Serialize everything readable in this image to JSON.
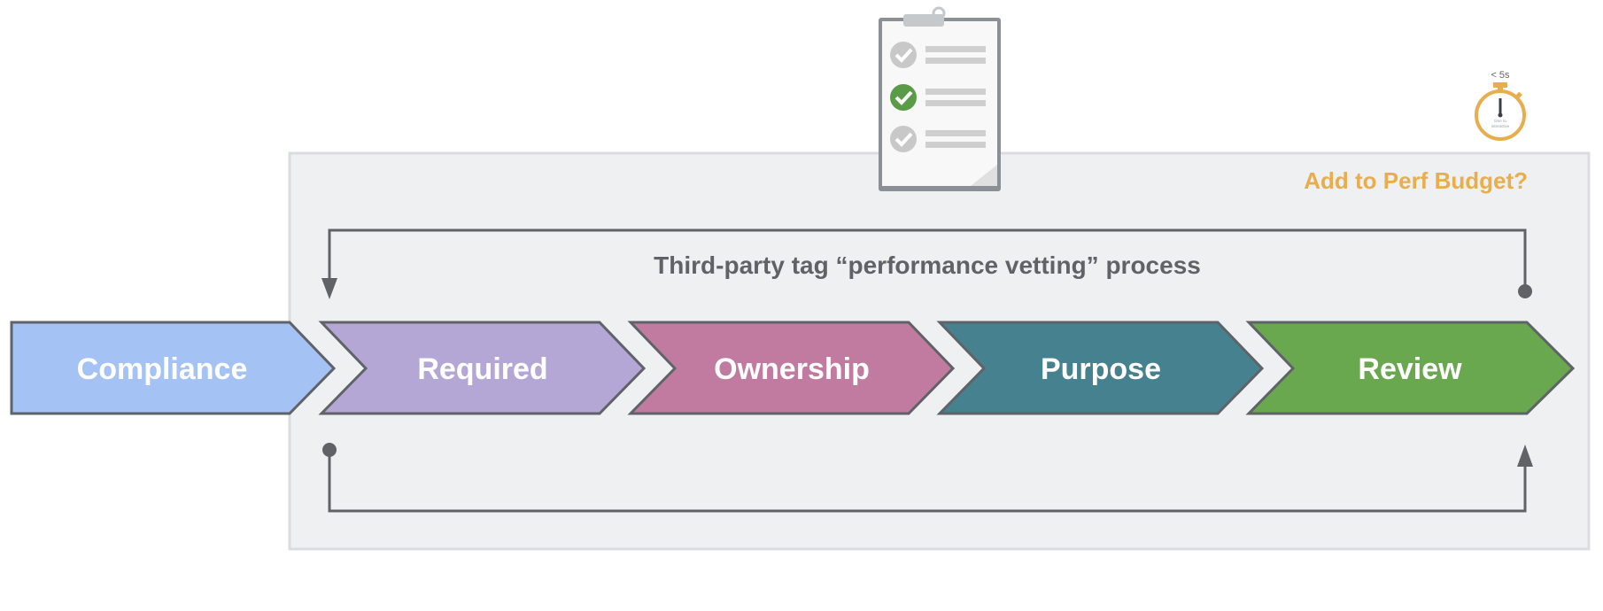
{
  "diagram": {
    "process_title": "Third-party tag “performance vetting” process",
    "budget_label": "Add to Perf Budget?",
    "steps": [
      {
        "label": "Compliance",
        "color": "#a4c2f4"
      },
      {
        "label": "Required",
        "color": "#b4a7d6"
      },
      {
        "label": "Ownership",
        "color": "#c27ba0"
      },
      {
        "label": "Purpose",
        "color": "#45818e"
      },
      {
        "label": "Review",
        "color": "#6aa84f"
      }
    ],
    "colors": {
      "panel": "#eff0f2",
      "panel_border": "#dadce0",
      "arrow_stroke": "#5f6368",
      "budget": "#e8ad4c",
      "check_active": "#5a9b48",
      "check_inactive": "#c8c8c8"
    },
    "icons": {
      "clipboard": "clipboard-checklist-icon",
      "timer": "stopwatch-icon"
    },
    "timer": {
      "label": "< 5s",
      "caption_line1": "time to",
      "caption_line2": "interactive"
    }
  }
}
